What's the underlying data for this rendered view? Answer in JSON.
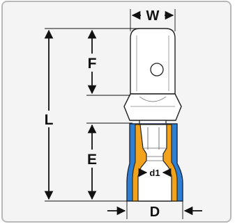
{
  "labels": {
    "W": "W",
    "F": "F",
    "L": "L",
    "E": "E",
    "d1": "d1",
    "D": "D"
  },
  "colors": {
    "background": "#f4f4f4",
    "frame_border": "#b8b8b8",
    "outline": "#222222",
    "insulation_blue": "#2d7fd3",
    "insulation_orange": "#f2a21b",
    "body_fill": "#ffffff"
  },
  "icons": [
    "dimension-arrow",
    "quick-disconnect-terminal"
  ]
}
